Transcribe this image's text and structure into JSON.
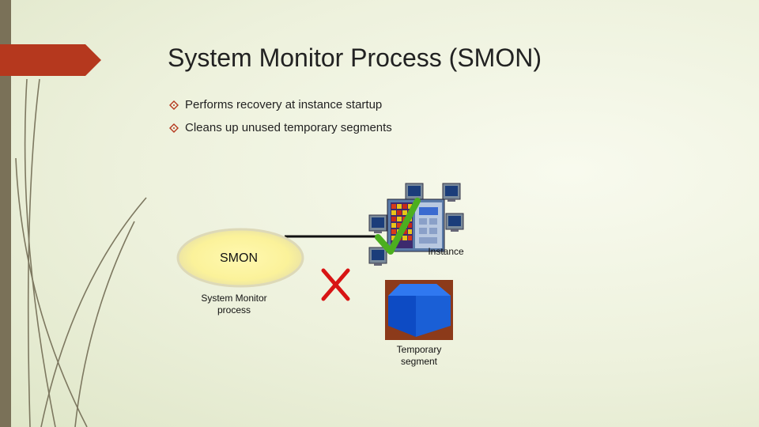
{
  "slide": {
    "title": "System Monitor Process (SMON)",
    "bullets": [
      "Performs recovery at instance startup",
      "Cleans up unused temporary segments"
    ]
  },
  "diagram": {
    "smon_label": "SMON",
    "smon_caption": "System Monitor process",
    "instance_label": "Instance",
    "segment_caption": "Temporary segment"
  },
  "colors": {
    "accent_red": "#b5381e",
    "left_bar": "#7a7158",
    "smon_fill": "#fbf29a",
    "cube_blue": "#1a5fd6",
    "check_green": "#4caf1f",
    "cross_red": "#d81414"
  }
}
